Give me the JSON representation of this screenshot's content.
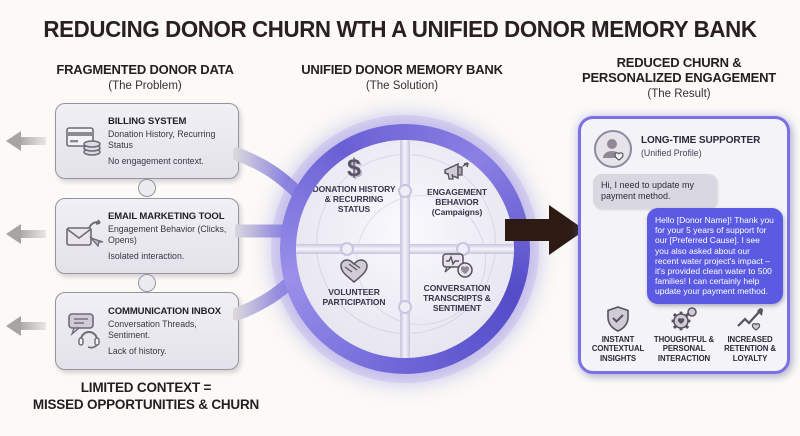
{
  "title": "REDUCING DONOR CHURN WTH A UNIFIED DONOR MEMORY BANK",
  "problem": {
    "heading": "FRAGMENTED DONOR DATA",
    "subheading": "(The Problem)",
    "boxes": [
      {
        "icon": "billing-icon",
        "title": "BILLING SYSTEM",
        "line1": "Donation History, Recurring Status",
        "line2": "No engagement context."
      },
      {
        "icon": "email-icon",
        "title": "EMAIL MARKETING TOOL",
        "line1": "Engagement Behavior (Clicks, Opens)",
        "line2": "Isolated interaction."
      },
      {
        "icon": "inbox-icon",
        "title": "COMMUNICATION INBOX",
        "line1": "Conversation Threads, Sentiment.",
        "line2": "Lack of history."
      }
    ],
    "footer_line1": "LIMITED CONTEXT =",
    "footer_line2": "MISSED OPPORTUNITIES & CHURN"
  },
  "solution": {
    "heading": "UNIFIED DONOR MEMORY BANK",
    "subheading": "(The Solution)",
    "quadrants": [
      {
        "icon": "dollar-icon",
        "icon_char": "$",
        "label": "DONATION HISTORY & RECURRING STATUS"
      },
      {
        "icon": "megaphone-icon",
        "label": "ENGAGEMENT BEHAVIOR (Campaigns)"
      },
      {
        "icon": "handshake-heart-icon",
        "label": "VOLUNTEER PARTICIPATION"
      },
      {
        "icon": "conversation-sentiment-icon",
        "label": "CONVERSATION TRANSCRIPTS & SENTIMENT"
      }
    ]
  },
  "result": {
    "heading": "REDUCED CHURN & PERSONALIZED ENGAGEMENT",
    "subheading": "(The Result)",
    "profile_name": "LONG-TIME SUPPORTER",
    "profile_sub": "(Unified Profile)",
    "incoming_message": "Hi, I need to update my payment method.",
    "outgoing_message": "Hello [Donor Name]! Thank you for your 5 years of support for our [Preferred Cause]. I see you also asked about our recent water project's impact – it's provided clean water to 500 families! I can certainly help update your payment method.",
    "benefits": [
      {
        "icon": "shield-check-icon",
        "label": "INSTANT CONTEXTUAL INSIGHTS"
      },
      {
        "icon": "gears-heart-icon",
        "label": "THOUGHTFUL & PERSONAL INTERACTION"
      },
      {
        "icon": "growth-heart-icon",
        "label": "INCREASED RETENTION & LOYALTY"
      }
    ]
  },
  "colors": {
    "accent_purple": "#5b54d6",
    "ring_purple": "#6f66d8",
    "chat_bubble_purple": "#5a5ae2",
    "dark_arrow": "#2d1b13",
    "box_fill": "#ecebf1",
    "background": "#fbfaf6"
  }
}
